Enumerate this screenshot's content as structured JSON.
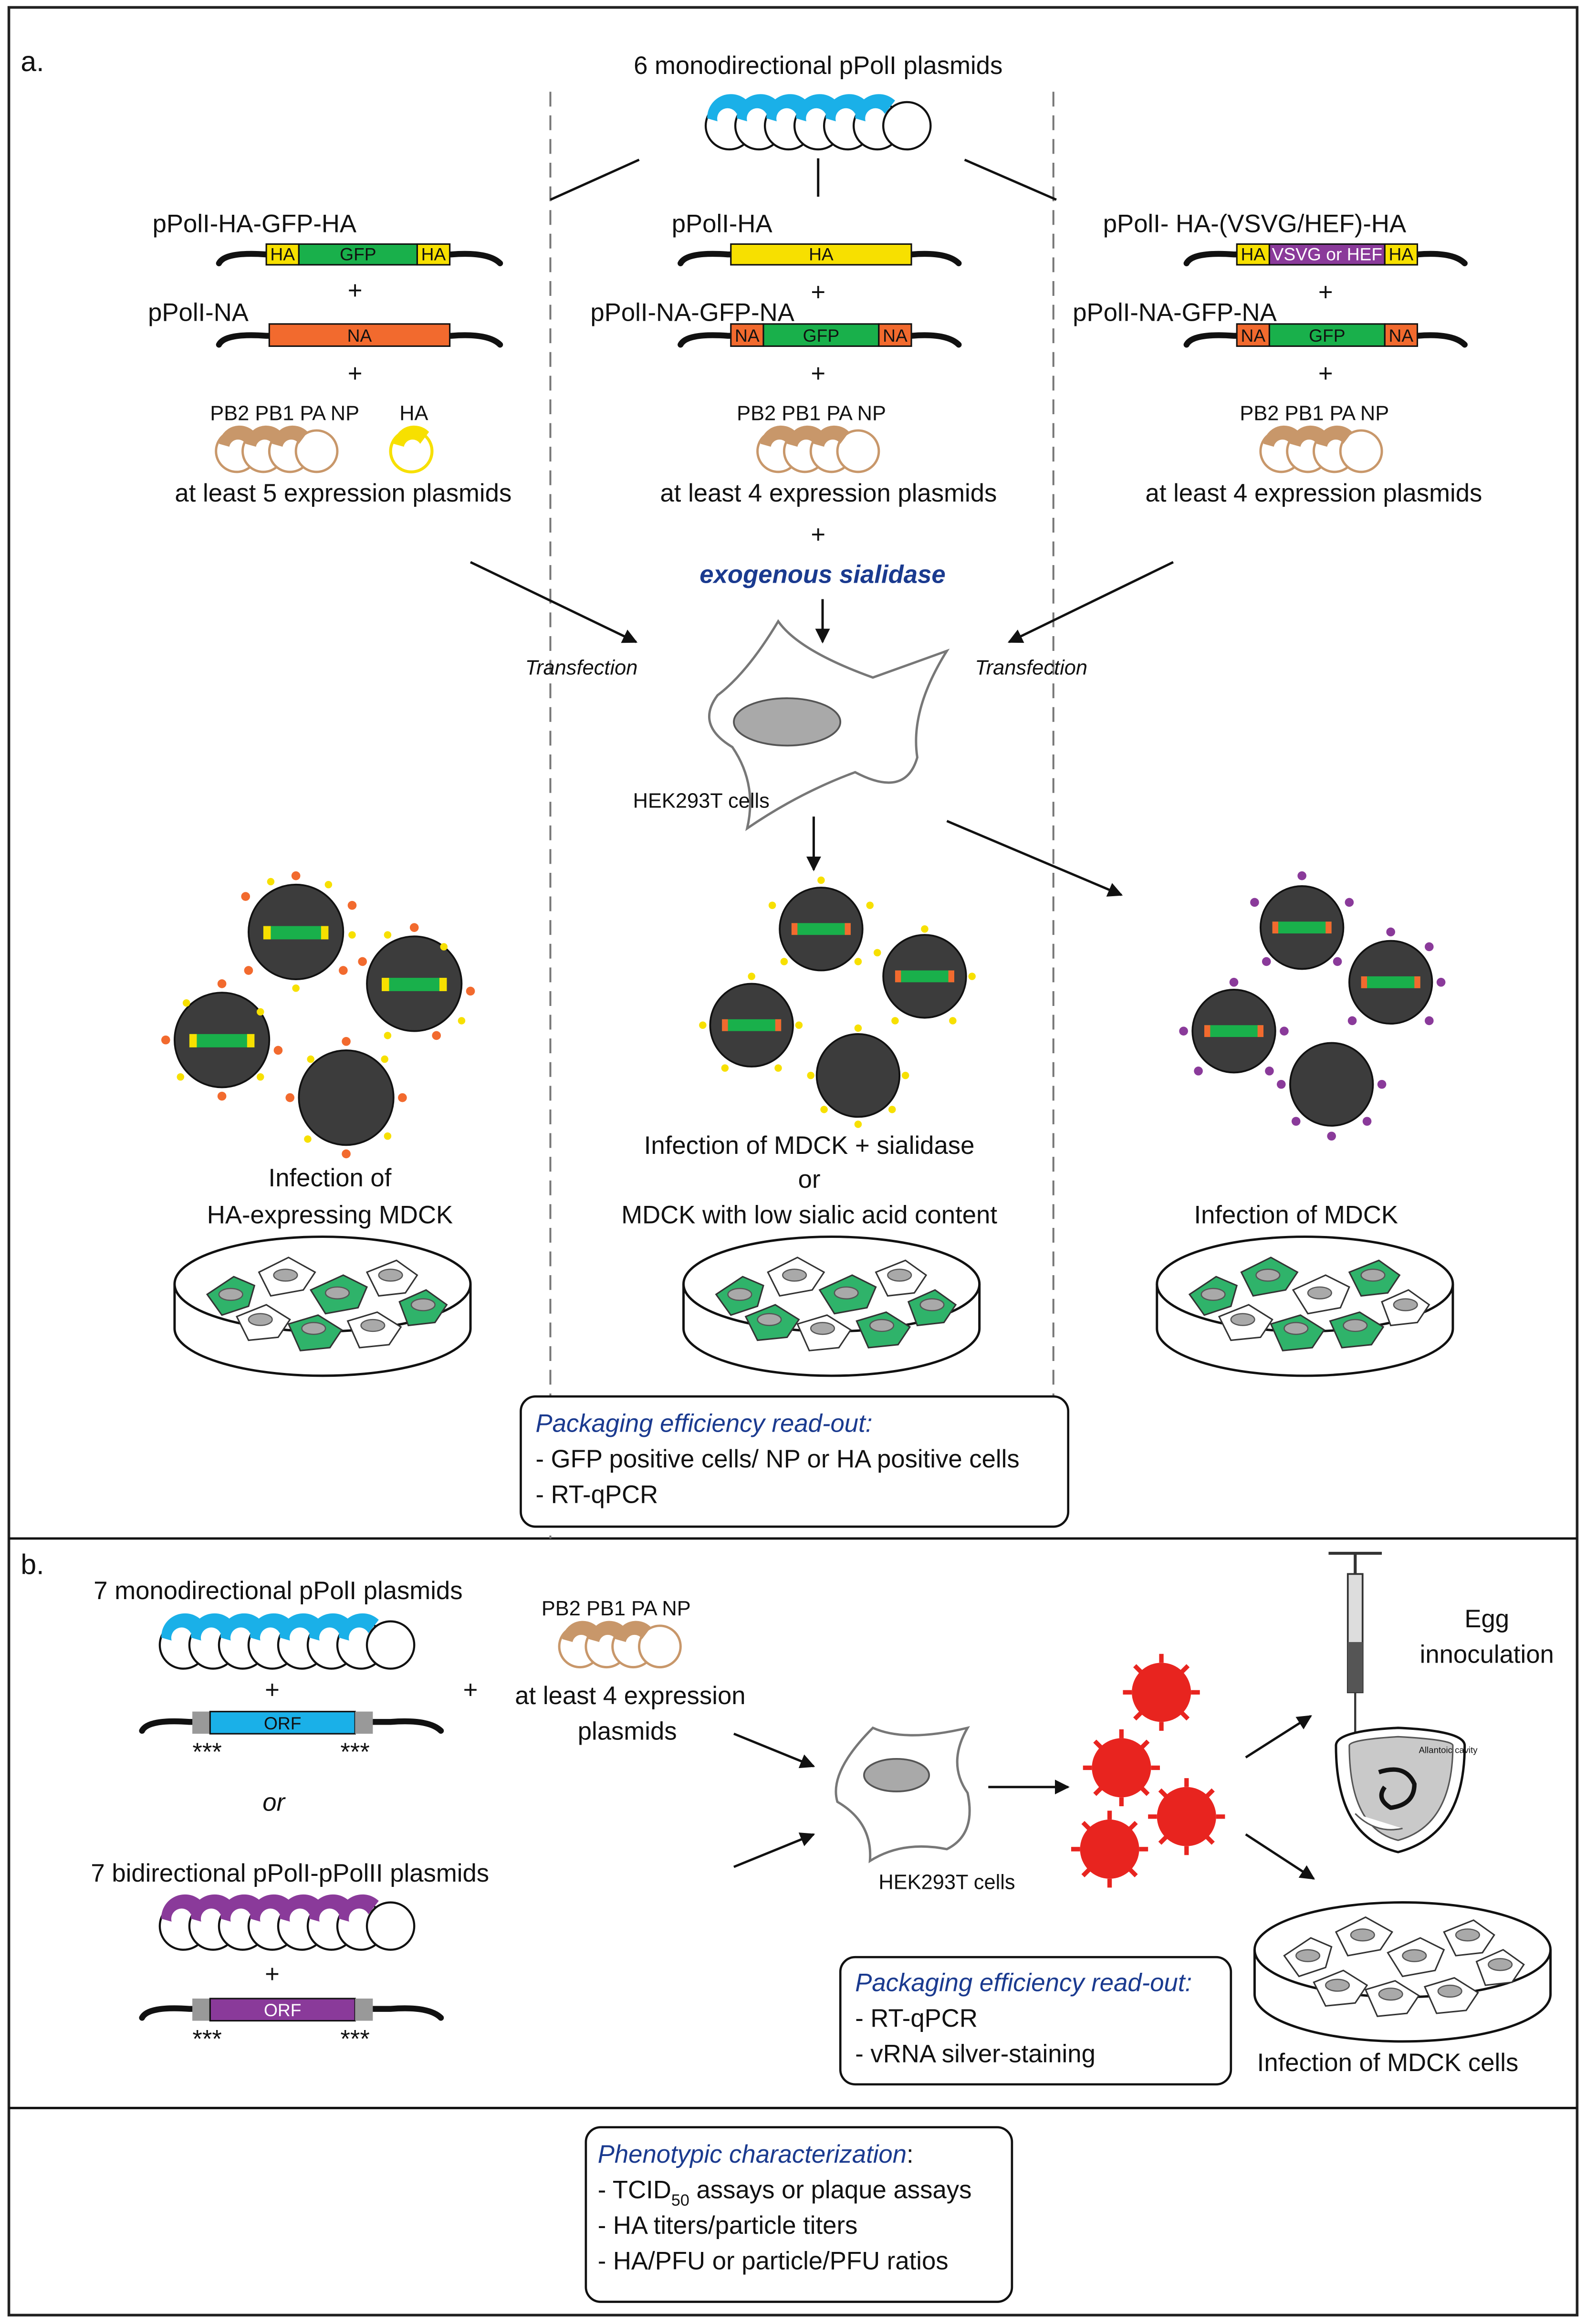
{
  "colors": {
    "ha_yellow": "#f7e000",
    "gfp_green": "#19b04b",
    "na_orange": "#f26a2e",
    "pol_blue": "#1ab0e8",
    "purple": "#8a3a9a",
    "tan": "#c8976a",
    "virus_red": "#e8241f",
    "text_blue": "#1a3a8f"
  },
  "panel_a": {
    "label": "a.",
    "top_title": "6 monodirectional pPolI plasmids",
    "left": {
      "title": "pPolI-HA-GFP-HA",
      "segments": [
        "HA",
        "GFP",
        "HA"
      ],
      "plus1": "+",
      "na_title": "pPolI-NA",
      "na_segment": "NA",
      "plus2": "+",
      "protein_labels": "PB2  PB1  PA  NP",
      "ha_label": "HA",
      "expression": "at least 5 expression plasmids"
    },
    "middle": {
      "title": "pPolI-HA",
      "ha_segment": "HA",
      "plus1": "+",
      "na_title": "pPolI-NA-GFP-NA",
      "segments": [
        "NA",
        "GFP",
        "NA"
      ],
      "plus2": "+",
      "protein_labels": "PB2  PB1  PA  NP",
      "expression": "at least 4 expression plasmids",
      "plus3": "+",
      "sialidase": "exogenous sialidase"
    },
    "right": {
      "title": "pPolI- HA-(VSVG/HEF)-HA",
      "segments": [
        "HA",
        "VSVG or HEF",
        "HA"
      ],
      "plus1": "+",
      "na_title": "pPolI-NA-GFP-NA",
      "na_segments": [
        "NA",
        "GFP",
        "NA"
      ],
      "plus2": "+",
      "protein_labels": "PB2  PB1  PA  NP",
      "expression": "at least 4 expression plasmids"
    },
    "transfection_left": "Transfection",
    "transfection_right": "Transfection",
    "cell_label": "HEK293T cells",
    "infection_left_1": "Infection of",
    "infection_left_2": "HA-expressing MDCK",
    "infection_mid_1": "Infection of MDCK + sialidase",
    "infection_mid_2": "or",
    "infection_mid_3": "MDCK with low sialic acid content",
    "infection_right": "Infection of MDCK",
    "readout": {
      "title": "Packaging efficiency read-out:",
      "items": [
        "- GFP positive cells/ NP or HA positive cells",
        "- RT-qPCR"
      ]
    }
  },
  "panel_b": {
    "label": "b.",
    "mono_title": "7 monodirectional pPolI plasmids",
    "plus1": "+",
    "orf1": "ORF",
    "stars1": "***",
    "stars2": "***",
    "or": "or",
    "bi_title": "7 bidirectional pPolI-pPolII plasmids",
    "plus2": "+",
    "orf2": "ORF",
    "stars3": "***",
    "stars4": "***",
    "plus_mid": "+",
    "protein_labels": "PB2  PB1  PA  NP",
    "expression_1": "at least 4 expression",
    "expression_2": "plasmids",
    "cell_label": "HEK293T cells",
    "egg_1": "Egg",
    "egg_2": "innoculation",
    "allantoic": "Allantoic cavity",
    "readout": {
      "title": "Packaging efficiency read-out:",
      "items": [
        "- RT-qPCR",
        "- vRNA silver-staining"
      ]
    },
    "infection": "Infection of MDCK cells"
  },
  "panel_c": {
    "title": "Phenotypic characterization",
    "colon": ":",
    "items": [
      "- TCID",
      "- HA titers/particle titers",
      "- HA/PFU or particle/PFU ratios"
    ],
    "tcid_sub": "50",
    "tcid_rest": " assays or plaque assays"
  }
}
